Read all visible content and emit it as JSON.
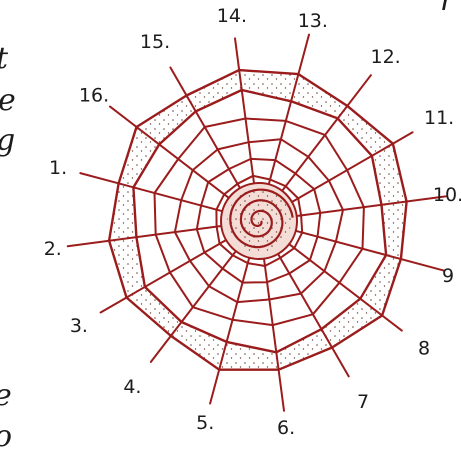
{
  "diagram": {
    "spoke_labels": [
      "1.",
      "2.",
      "3.",
      "4.",
      "5.",
      "6.",
      "7",
      "8",
      "9",
      "10.",
      "11.",
      "12.",
      "13.",
      "14.",
      "15.",
      "16."
    ],
    "colors": {
      "web_line": "#9b1c1c",
      "stipple": "#6e4a3a",
      "hub_fill": "#b84a3f",
      "ink": "#1c1c1c"
    }
  }
}
